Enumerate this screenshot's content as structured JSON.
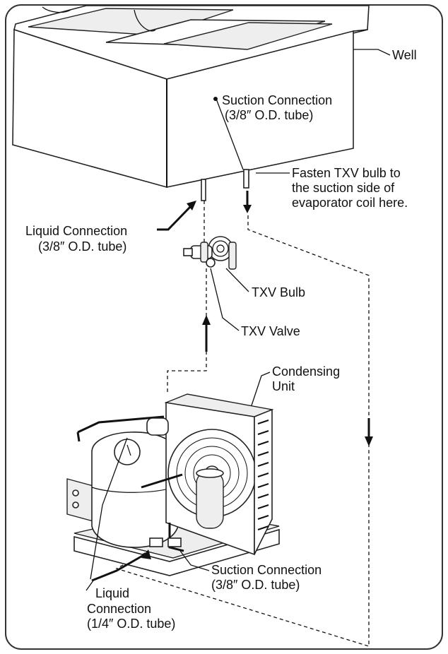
{
  "labels": {
    "well": "Well",
    "suction_top_1": "Suction Connection",
    "suction_top_2": "(3/8″ O.D. tube)",
    "fasten_1": "Fasten TXV bulb to",
    "fasten_2": "the suction side of",
    "fasten_3": "evaporator coil here.",
    "liquid_top_1": "Liquid Connection",
    "liquid_top_2": "(3/8″ O.D. tube)",
    "txv_bulb": "TXV Bulb",
    "txv_valve": "TXV Valve",
    "condensing_1": "Condensing",
    "condensing_2": "Unit",
    "suction_bottom_1": "Suction Connection",
    "suction_bottom_2": "(3/8″ O.D. tube)",
    "liquid_bottom_1": "Liquid",
    "liquid_bottom_2": "Connection",
    "liquid_bottom_3": "(1/4″ O.D. tube)"
  }
}
